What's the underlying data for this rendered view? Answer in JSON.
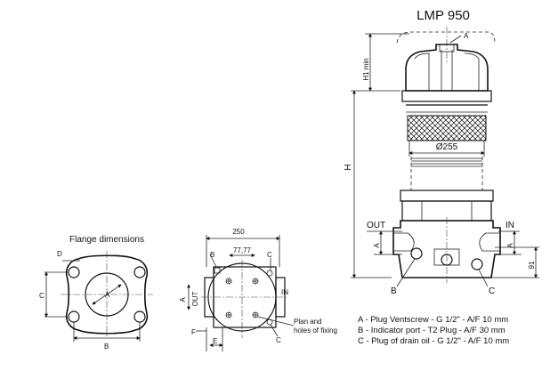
{
  "title": "LMP 950",
  "flange": {
    "heading": "Flange dimensions",
    "label_D": "D",
    "label_C": "C",
    "label_A": "A",
    "label_B": "B"
  },
  "top_view": {
    "dim_250": "250",
    "dim_77": "77,77",
    "label_B": "B",
    "label_C_top": "C",
    "label_C_bottom": "C",
    "label_A": "A",
    "label_OUT": "OUT",
    "label_IN": "IN",
    "label_E": "E",
    "label_F": "F",
    "plan_note_line1": "Plan and",
    "plan_note_line2": "holes of fixing"
  },
  "side_view": {
    "label_A_top": "A",
    "dim_H1": "H1 min",
    "dim_H": "H",
    "dim_diameter": "Ø255",
    "label_OUT": "OUT",
    "label_IN": "IN",
    "label_A_left": "A",
    "label_A_right": "A",
    "dim_91": "91",
    "label_B": "B",
    "label_C": "C"
  },
  "legend": [
    "A - Plug Ventscrew - G 1/2\" - A/F 10 mm",
    "B - Indicator port - T2 Plug - A/F 30 mm",
    "C - Plug of drain oil - G 1/2\" - A/F 10 mm"
  ]
}
